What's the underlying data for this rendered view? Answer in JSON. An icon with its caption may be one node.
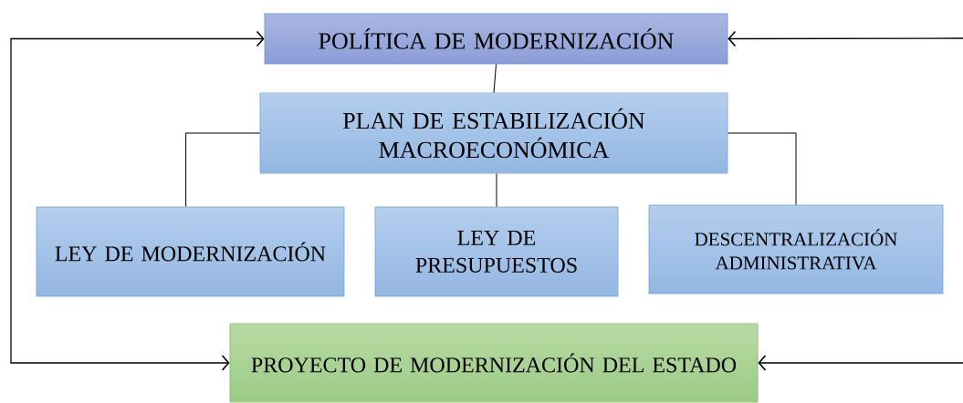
{
  "diagram": {
    "nodes": [
      {
        "text": [
          "POLÍTICA DE MODERNIZACIÓN"
        ]
      },
      {
        "text": [
          "PLAN DE ESTABILIZACIÓN MACROECONÓMICA"
        ]
      },
      {
        "text": [
          "LEY DE MODERNIZACIÓN"
        ]
      },
      {
        "text": [
          "LEY DE PRESUPUESTOS"
        ]
      },
      {
        "text": [
          "DESCENTRALIZACIÓN ADMINISTRATIVA"
        ]
      },
      {
        "text": [
          "PROYECTO DE MODERNIZACIÓN DEL ESTADO"
        ]
      }
    ],
    "edges": [
      {
        "from": 0,
        "to": 1,
        "arrow": "none"
      },
      {
        "from": 1,
        "to": 2,
        "arrow": "none"
      },
      {
        "from": 1,
        "to": 3,
        "arrow": "none"
      },
      {
        "from": 1,
        "to": 4,
        "arrow": "none"
      },
      {
        "from": 0,
        "to": 5,
        "arrow": "both"
      },
      {
        "from": null,
        "to": 0,
        "arrow": "to"
      },
      {
        "from": null,
        "to": 5,
        "arrow": "to"
      }
    ]
  }
}
